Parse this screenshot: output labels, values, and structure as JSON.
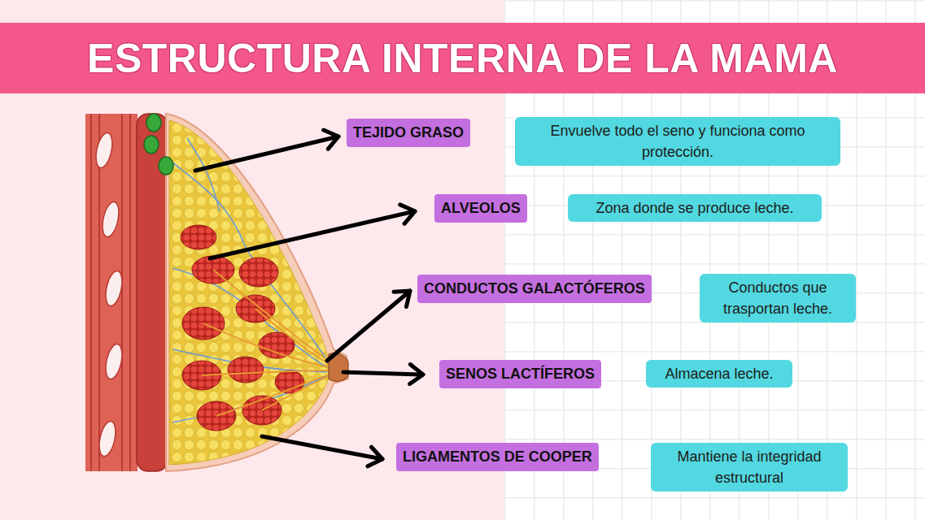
{
  "diagram": {
    "title": "ESTRUCTURA INTERNA DE LA MAMA",
    "nodes": [
      {
        "text": [
          "TEJIDO GRASO"
        ]
      },
      {
        "text": [
          "Envuelve todo el seno y funciona como protección."
        ]
      },
      {
        "text": [
          "ALVEOLOS"
        ]
      },
      {
        "text": [
          "Zona donde se produce leche."
        ]
      },
      {
        "text": [
          "CONDUCTOS GALACTÓFEROS"
        ]
      },
      {
        "text": [
          "Conductos que trasportan leche."
        ]
      },
      {
        "text": [
          "SENOS LACTÍFEROS"
        ]
      },
      {
        "text": [
          "Almacena leche."
        ]
      },
      {
        "text": [
          "LIGAMENTOS DE COOPER"
        ]
      },
      {
        "text": [
          "Mantiene la integridad estructural"
        ]
      }
    ]
  }
}
